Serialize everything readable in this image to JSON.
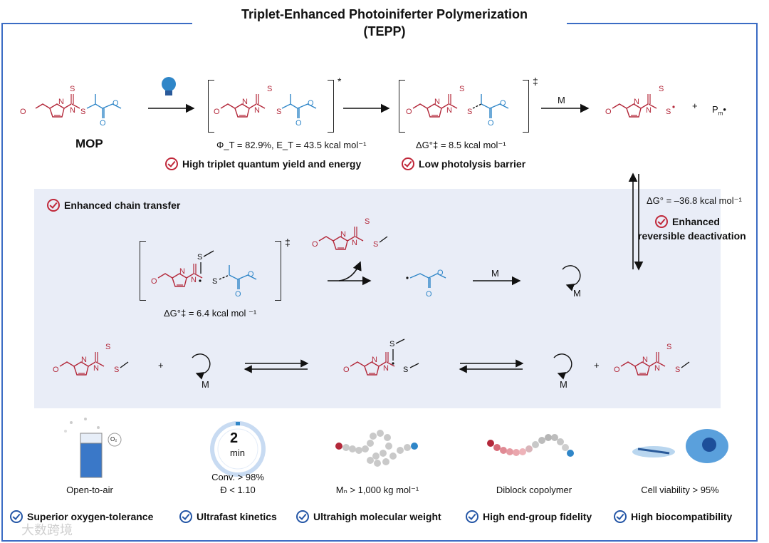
{
  "title_line1": "Triplet-Enhanced Photoiniferter Polymerization",
  "title_line2": "(TEPP)",
  "mop_label": "MOP",
  "excited_star": "*",
  "ts_dagger": "‡",
  "arrow_m": "M",
  "radical_plus": "+",
  "radical_pm": "P",
  "radical_pm_sub": "m",
  "quantum_stats": "Φ",
  "quantum_stats_full": "Φ_T = 82.9%, E_T = 43.5 kcal mol⁻¹",
  "barrier_text": "ΔG°‡ = 8.5 kcal mol⁻¹",
  "feature_triplet": "High triplet quantum yield and energy",
  "feature_barrier": "Low photolysis barrier",
  "delta_g_text": "ΔG° = –36.8 kcal mol⁻¹",
  "feature_deact_1": "Enhanced",
  "feature_deact_2": "reversible deactivation",
  "panel_title": "Enhanced chain transfer",
  "panel_barrier": "ΔG°‡ = 6.4 kcal mol ⁻¹",
  "timer_value": "2",
  "timer_unit": "min",
  "captions": {
    "air": "Open-to-air",
    "conv": "Conv. > 98%",
    "disp": "Đ < 1.10",
    "mn": "Mₙ > 1,000 kg mol⁻¹",
    "diblock": "Diblock copolymer",
    "cell": "Cell viability > 95%"
  },
  "bottom_features": [
    "Superior oxygen-tolerance",
    "Ultrafast kinetics",
    "Ultrahigh molecular weight",
    "High end-group fidelity",
    "High biocompatibility"
  ],
  "o2_label": "O₂",
  "watermark": "大数跨境",
  "colors": {
    "frame": "#3b6cc4",
    "red": "#b3283a",
    "blue": "#2f86c8",
    "panel": "#e9edf7",
    "check_red": "#c0283a",
    "check_blue": "#2456a6"
  }
}
